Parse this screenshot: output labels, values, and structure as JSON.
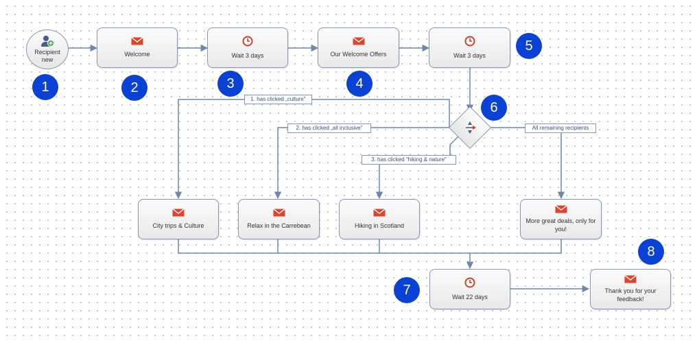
{
  "start": {
    "label_line1": "Recipient",
    "label_line2": "new",
    "icon": "add-user-icon"
  },
  "nodes": {
    "welcome": {
      "label": "Welcome",
      "icon": "envelope-icon"
    },
    "wait1": {
      "label": "Wait 3 days",
      "icon": "clock-icon"
    },
    "offers": {
      "label": "Our Welcome Offers",
      "icon": "envelope-icon"
    },
    "wait2": {
      "label": "Wait 3 days",
      "icon": "clock-icon"
    },
    "culture": {
      "label": "City trips & Culture",
      "icon": "envelope-icon"
    },
    "relax": {
      "label": "Relax in the Carrebean",
      "icon": "envelope-icon"
    },
    "hiking": {
      "label": "Hiking in Scotland",
      "icon": "envelope-icon"
    },
    "deals": {
      "label_line1": "More great deals, only for",
      "label_line2": "you!",
      "icon": "envelope-icon"
    },
    "wait3": {
      "label": "Wait 22 days",
      "icon": "clock-icon"
    },
    "thanks": {
      "label_line1": "Thank you for your",
      "label_line2": "feedback!",
      "icon": "envelope-icon"
    }
  },
  "split": {
    "icon": "split-arrows-icon"
  },
  "conditions": {
    "c1": "1. has clicked „culture\"",
    "c2": "2. has clicked „all inclusive\"",
    "c3": "3. has clicked \"hiking & nature\"",
    "rest": "All remaining recipients"
  },
  "badges": [
    "1",
    "2",
    "3",
    "4",
    "5",
    "6",
    "7",
    "8"
  ],
  "colors": {
    "connector": "#6f86b0",
    "badge": "#0a42d6",
    "mail_icon": "#e0442c",
    "clock_icon": "#d83b27",
    "node_border": "#8397b8"
  }
}
